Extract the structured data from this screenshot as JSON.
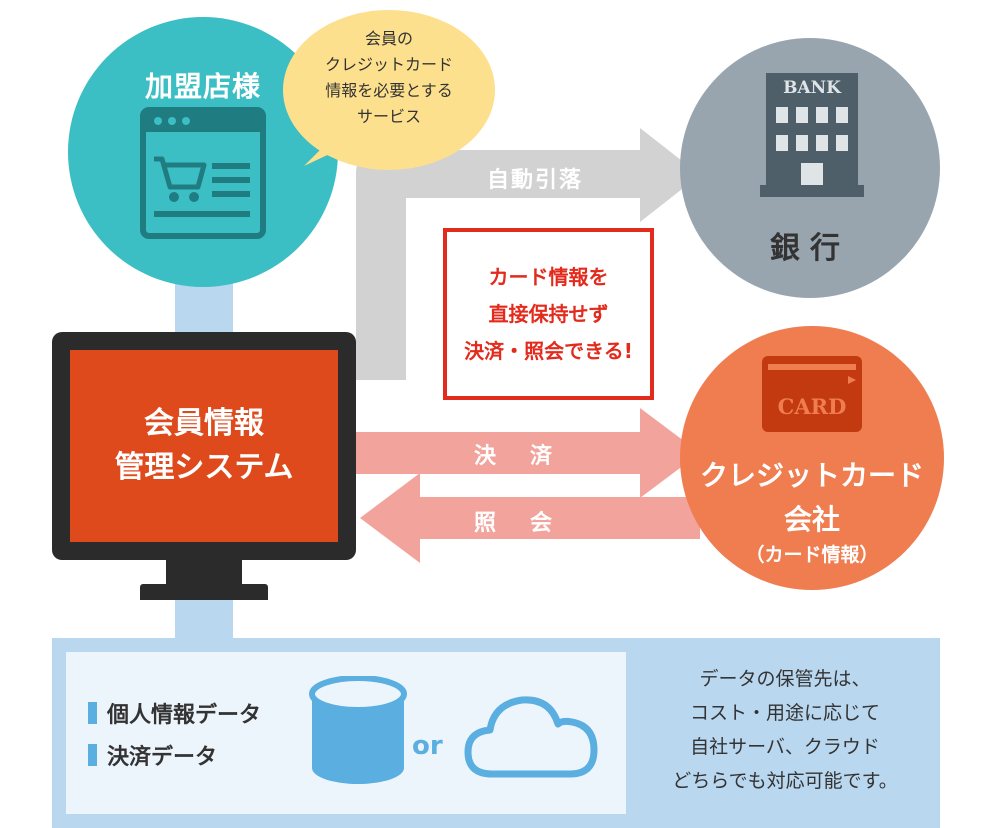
{
  "merchant": {
    "title": "加盟店様",
    "icon": "shopping-cart-browser-icon"
  },
  "bubble": {
    "lines": [
      "会員の",
      "クレジットカード",
      "情報を必要とする",
      "サービス"
    ]
  },
  "bank": {
    "icon_label": "BANK",
    "label": "銀行",
    "icon": "bank-building-icon"
  },
  "card_company": {
    "icon_label": "CARD",
    "name_line1": "クレジットカード",
    "name_line2": "会社",
    "subtitle": "（カード情報）",
    "icon": "credit-card-icon"
  },
  "arrows": {
    "debit": "自動引落",
    "settlement": "決済",
    "inquiry": "照会"
  },
  "callout": {
    "lines": [
      "カード情報を",
      "直接保持せず",
      "決済・照会できる!"
    ]
  },
  "system": {
    "lines": [
      "会員情報",
      "管理システム"
    ]
  },
  "data_types": {
    "items": [
      "個人情報データ",
      "決済データ"
    ]
  },
  "storage": {
    "or": "or",
    "icons": [
      "database-icon",
      "cloud-icon"
    ]
  },
  "note": {
    "lines": [
      "データの保管先は、",
      "コスト・用途に応じて",
      "自社サーバ、クラウド",
      "どちらでも対応可能です。"
    ]
  },
  "colors": {
    "merchant": "#3bbec4",
    "bubble": "#fce08e",
    "bank": "#98a5af",
    "card_company": "#ef7d50",
    "screen": "#de4a1c",
    "callout": "#e32b1d",
    "debit_arrow": "#d2d2d2",
    "payment_arrows": "#f2a49c",
    "panel": "#b9d7ef"
  }
}
